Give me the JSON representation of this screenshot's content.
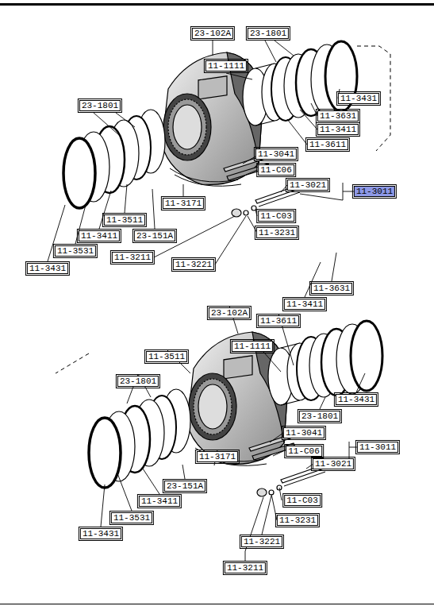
{
  "diagram": {
    "labels": [
      "23-102A",
      "23-1801",
      "11-1111",
      "11-3431",
      "23-1801",
      "11-3631",
      "11-3411",
      "11-3611",
      "11-3041",
      "11-C06",
      "11-3021",
      "11-3011",
      "11-3171",
      "11-C03",
      "11-3511",
      "11-3411",
      "23-151A",
      "11-3231",
      "11-3531",
      "11-3211",
      "11-3221",
      "11-3431",
      "11-3631",
      "11-3411",
      "23-102A",
      "11-3611",
      "11-1111",
      "11-3511",
      "23-1801",
      "11-3431",
      "23-1801",
      "11-3041",
      "11-3011",
      "11-C06",
      "11-3171",
      "11-3021",
      "23-151A",
      "11-3411",
      "11-C03",
      "11-3531",
      "11-3231",
      "11-3431",
      "11-3221",
      "11-3211"
    ]
  }
}
